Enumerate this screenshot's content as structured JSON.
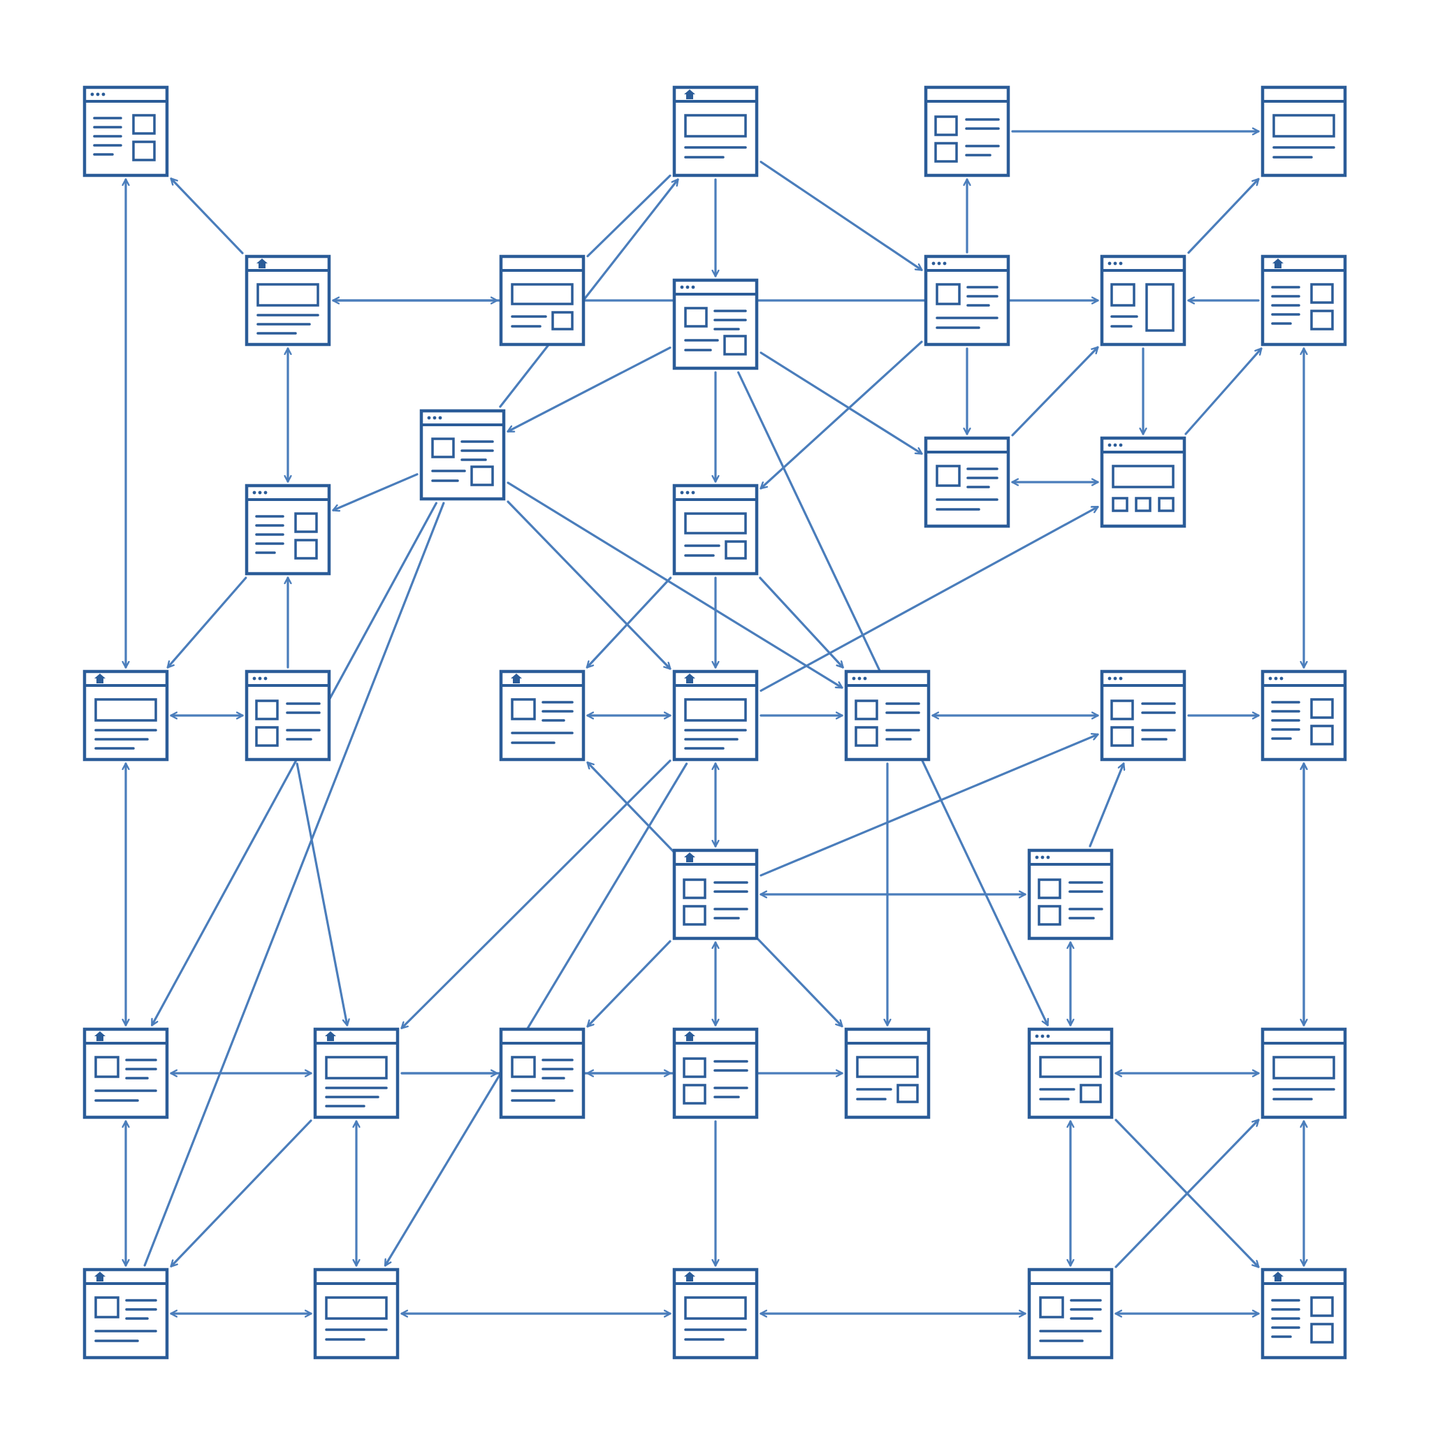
{
  "diagram": {
    "kind": "sitemap-flow",
    "colors": {
      "ink": "#2b5c98",
      "line": "#4a7dbb",
      "background": "#ffffff"
    },
    "nodes": [
      {
        "id": "n01",
        "layout": "text-two-boxes",
        "bar_icon": "dots-icon"
      },
      {
        "id": "n02",
        "layout": "banner-line",
        "bar_icon": "home-icon"
      },
      {
        "id": "n03",
        "layout": "boxes-text-left",
        "bar_icon": "none"
      },
      {
        "id": "n04",
        "layout": "banner-line",
        "bar_icon": "none"
      },
      {
        "id": "n05",
        "layout": "banner-text",
        "bar_icon": "home-icon"
      },
      {
        "id": "n06",
        "layout": "banner-box",
        "bar_icon": "none"
      },
      {
        "id": "n07",
        "layout": "mixed-boxes",
        "bar_icon": "dots-icon"
      },
      {
        "id": "n08",
        "layout": "box-text-lines",
        "bar_icon": "dots-icon"
      },
      {
        "id": "n09",
        "layout": "box-and-column",
        "bar_icon": "dots-icon"
      },
      {
        "id": "n10",
        "layout": "text-two-boxes",
        "bar_icon": "home-icon"
      },
      {
        "id": "n11",
        "layout": "mixed-boxes",
        "bar_icon": "dots-icon"
      },
      {
        "id": "n12",
        "layout": "text-two-boxes",
        "bar_icon": "dots-icon"
      },
      {
        "id": "n13",
        "layout": "banner-box",
        "bar_icon": "dots-icon"
      },
      {
        "id": "n14",
        "layout": "box-text-lines",
        "bar_icon": "none"
      },
      {
        "id": "n15",
        "layout": "banner-three-boxes",
        "bar_icon": "dots-icon"
      },
      {
        "id": "n16",
        "layout": "banner-text",
        "bar_icon": "home-icon"
      },
      {
        "id": "n17",
        "layout": "boxes-text-left",
        "bar_icon": "dots-icon"
      },
      {
        "id": "n18",
        "layout": "box-text-lines",
        "bar_icon": "home-icon"
      },
      {
        "id": "n19",
        "layout": "banner-text",
        "bar_icon": "home-icon"
      },
      {
        "id": "n20",
        "layout": "boxes-text-left",
        "bar_icon": "dots-icon"
      },
      {
        "id": "n21",
        "layout": "boxes-text-left",
        "bar_icon": "dots-icon"
      },
      {
        "id": "n22",
        "layout": "text-two-boxes",
        "bar_icon": "dots-icon"
      },
      {
        "id": "n23",
        "layout": "boxes-text-left",
        "bar_icon": "home-icon"
      },
      {
        "id": "n24",
        "layout": "boxes-text-left",
        "bar_icon": "dots-icon"
      },
      {
        "id": "n25",
        "layout": "box-text-lines",
        "bar_icon": "home-icon"
      },
      {
        "id": "n26",
        "layout": "banner-text",
        "bar_icon": "home-icon"
      },
      {
        "id": "n27",
        "layout": "box-text-lines",
        "bar_icon": "none"
      },
      {
        "id": "n28",
        "layout": "boxes-text-left",
        "bar_icon": "home-icon"
      },
      {
        "id": "n29",
        "layout": "banner-box",
        "bar_icon": "none"
      },
      {
        "id": "n30",
        "layout": "banner-box",
        "bar_icon": "dots-icon"
      },
      {
        "id": "n31",
        "layout": "banner-line",
        "bar_icon": "none"
      },
      {
        "id": "n32",
        "layout": "box-text-lines",
        "bar_icon": "home-icon"
      },
      {
        "id": "n33",
        "layout": "banner-line",
        "bar_icon": "none"
      },
      {
        "id": "n34",
        "layout": "banner-line",
        "bar_icon": "home-icon"
      },
      {
        "id": "n35",
        "layout": "box-text-lines",
        "bar_icon": "none"
      },
      {
        "id": "n36",
        "layout": "text-two-boxes",
        "bar_icon": "home-icon"
      }
    ],
    "edges": [
      {
        "from": "n05",
        "to": "n01",
        "arrows": "end"
      },
      {
        "from": "n01",
        "to": "n16",
        "arrows": "both"
      },
      {
        "from": "n05",
        "to": "n06",
        "arrows": "both"
      },
      {
        "from": "n06",
        "to": "n02",
        "arrows": "none"
      },
      {
        "from": "n11",
        "to": "n02",
        "arrows": "end"
      },
      {
        "from": "n02",
        "to": "n07",
        "arrows": "end"
      },
      {
        "from": "n02",
        "to": "n08",
        "arrows": "end"
      },
      {
        "from": "n03",
        "to": "n04",
        "arrows": "end"
      },
      {
        "from": "n08",
        "to": "n03",
        "arrows": "end"
      },
      {
        "from": "n05",
        "to": "n09",
        "arrows": "end"
      },
      {
        "from": "n09",
        "to": "n04",
        "arrows": "end"
      },
      {
        "from": "n10",
        "to": "n09",
        "arrows": "end"
      },
      {
        "from": "n05",
        "to": "n12",
        "arrows": "both"
      },
      {
        "from": "n07",
        "to": "n11",
        "arrows": "end"
      },
      {
        "from": "n07",
        "to": "n13",
        "arrows": "end"
      },
      {
        "from": "n07",
        "to": "n14",
        "arrows": "end"
      },
      {
        "from": "n08",
        "to": "n13",
        "arrows": "end"
      },
      {
        "from": "n08",
        "to": "n14",
        "arrows": "end"
      },
      {
        "from": "n09",
        "to": "n15",
        "arrows": "end"
      },
      {
        "from": "n14",
        "to": "n15",
        "arrows": "both"
      },
      {
        "from": "n14",
        "to": "n09",
        "arrows": "end"
      },
      {
        "from": "n15",
        "to": "n10",
        "arrows": "end"
      },
      {
        "from": "n10",
        "to": "n22",
        "arrows": "both"
      },
      {
        "from": "n12",
        "to": "n16",
        "arrows": "end"
      },
      {
        "from": "n17",
        "to": "n12",
        "arrows": "end"
      },
      {
        "from": "n11",
        "to": "n20",
        "arrows": "end"
      },
      {
        "from": "n11",
        "to": "n19",
        "arrows": "end"
      },
      {
        "from": "n11",
        "to": "n25",
        "arrows": "end"
      },
      {
        "from": "n11",
        "to": "n12",
        "arrows": "end"
      },
      {
        "from": "n11",
        "to": "n32",
        "arrows": "none"
      },
      {
        "from": "n13",
        "to": "n18",
        "arrows": "end"
      },
      {
        "from": "n13",
        "to": "n20",
        "arrows": "end"
      },
      {
        "from": "n13",
        "to": "n19",
        "arrows": "end"
      },
      {
        "from": "n16",
        "to": "n17",
        "arrows": "both"
      },
      {
        "from": "n17",
        "to": "n26",
        "arrows": "end"
      },
      {
        "from": "n18",
        "to": "n19",
        "arrows": "both"
      },
      {
        "from": "n18",
        "to": "n29",
        "arrows": "both"
      },
      {
        "from": "n19",
        "to": "n20",
        "arrows": "end"
      },
      {
        "from": "n19",
        "to": "n23",
        "arrows": "both"
      },
      {
        "from": "n19",
        "to": "n15",
        "arrows": "end"
      },
      {
        "from": "n20",
        "to": "n21",
        "arrows": "both"
      },
      {
        "from": "n21",
        "to": "n22",
        "arrows": "end"
      },
      {
        "from": "n16",
        "to": "n25",
        "arrows": "both"
      },
      {
        "from": "n19",
        "to": "n26",
        "arrows": "end"
      },
      {
        "from": "n19",
        "to": "n33",
        "arrows": "end"
      },
      {
        "from": "n23",
        "to": "n24",
        "arrows": "both"
      },
      {
        "from": "n23",
        "to": "n28",
        "arrows": "both"
      },
      {
        "from": "n23",
        "to": "n27",
        "arrows": "end"
      },
      {
        "from": "n23",
        "to": "n21",
        "arrows": "end"
      },
      {
        "from": "n24",
        "to": "n21",
        "arrows": "end"
      },
      {
        "from": "n24",
        "to": "n30",
        "arrows": "both"
      },
      {
        "from": "n20",
        "to": "n29",
        "arrows": "end"
      },
      {
        "from": "n22",
        "to": "n31",
        "arrows": "both"
      },
      {
        "from": "n25",
        "to": "n26",
        "arrows": "both"
      },
      {
        "from": "n26",
        "to": "n27",
        "arrows": "end"
      },
      {
        "from": "n27",
        "to": "n28",
        "arrows": "both"
      },
      {
        "from": "n28",
        "to": "n34",
        "arrows": "end"
      },
      {
        "from": "n30",
        "to": "n31",
        "arrows": "both"
      },
      {
        "from": "n30",
        "to": "n36",
        "arrows": "end"
      },
      {
        "from": "n25",
        "to": "n32",
        "arrows": "both"
      },
      {
        "from": "n26",
        "to": "n32",
        "arrows": "end"
      },
      {
        "from": "n26",
        "to": "n33",
        "arrows": "both"
      },
      {
        "from": "n26",
        "to": "n29",
        "arrows": "end"
      },
      {
        "from": "n07",
        "to": "n30",
        "arrows": "end"
      },
      {
        "from": "n32",
        "to": "n33",
        "arrows": "both"
      },
      {
        "from": "n33",
        "to": "n34",
        "arrows": "both"
      },
      {
        "from": "n34",
        "to": "n35",
        "arrows": "both"
      },
      {
        "from": "n35",
        "to": "n36",
        "arrows": "both"
      },
      {
        "from": "n30",
        "to": "n35",
        "arrows": "both"
      },
      {
        "from": "n35",
        "to": "n31",
        "arrows": "end"
      },
      {
        "from": "n31",
        "to": "n36",
        "arrows": "both"
      },
      {
        "from": "n31",
        "to": "n22",
        "arrows": "end"
      }
    ]
  }
}
